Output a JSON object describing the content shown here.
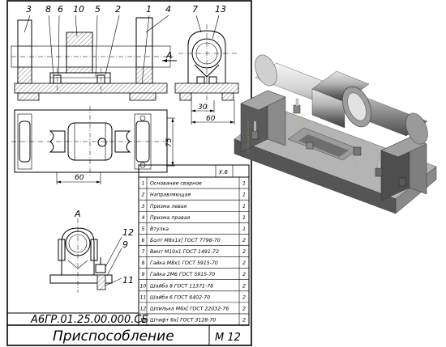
{
  "callouts": {
    "front": [
      "3",
      "8",
      "6",
      "10",
      "5",
      "2",
      "1",
      "4"
    ],
    "side": [
      "7",
      "13"
    ],
    "detail": [
      "12",
      "9",
      "11"
    ]
  },
  "view_labels": {
    "section_a": "A",
    "view_a": "A"
  },
  "dimensions": {
    "d30": "30",
    "d60_side": "60",
    "d75": "75",
    "d60_plan": "60"
  },
  "parts_table": {
    "header_right": "У.6",
    "rows": [
      {
        "no": "1",
        "name": "Основание сварное",
        "qty": "1"
      },
      {
        "no": "2",
        "name": "Направляющая",
        "qty": "1"
      },
      {
        "no": "3",
        "name": "Призма левая",
        "qty": "1"
      },
      {
        "no": "4",
        "name": "Призма правая",
        "qty": "1"
      },
      {
        "no": "5",
        "name": "Втулка",
        "qty": "1"
      },
      {
        "no": "6",
        "name": "Болт М8х1х[ ГОСТ 7798-70",
        "qty": "2"
      },
      {
        "no": "7",
        "name": "Винт М10х1 ГОСТ 1491-72",
        "qty": "2"
      },
      {
        "no": "8",
        "name": "Гайка М8х1 ГОСТ 5915-70",
        "qty": "2"
      },
      {
        "no": "9",
        "name": "Гайка 2М6 ГОСТ 5915-70",
        "qty": "2"
      },
      {
        "no": "10",
        "name": "Шайба 8 ГОСТ 11371-78",
        "qty": "2"
      },
      {
        "no": "11",
        "name": "Шайба 6 ГОСТ 6402-70",
        "qty": "2"
      },
      {
        "no": "12",
        "name": "Шпилька М6х[ ГОСТ 22032-76",
        "qty": "2"
      },
      {
        "no": "13",
        "name": "Штифт 6х[ ГОСТ 3128-70",
        "qty": "2"
      }
    ]
  },
  "title_block": {
    "designation": "А6ГР.01.25.00.000.СБ",
    "name": "Приспособление",
    "scale": "М 12"
  }
}
